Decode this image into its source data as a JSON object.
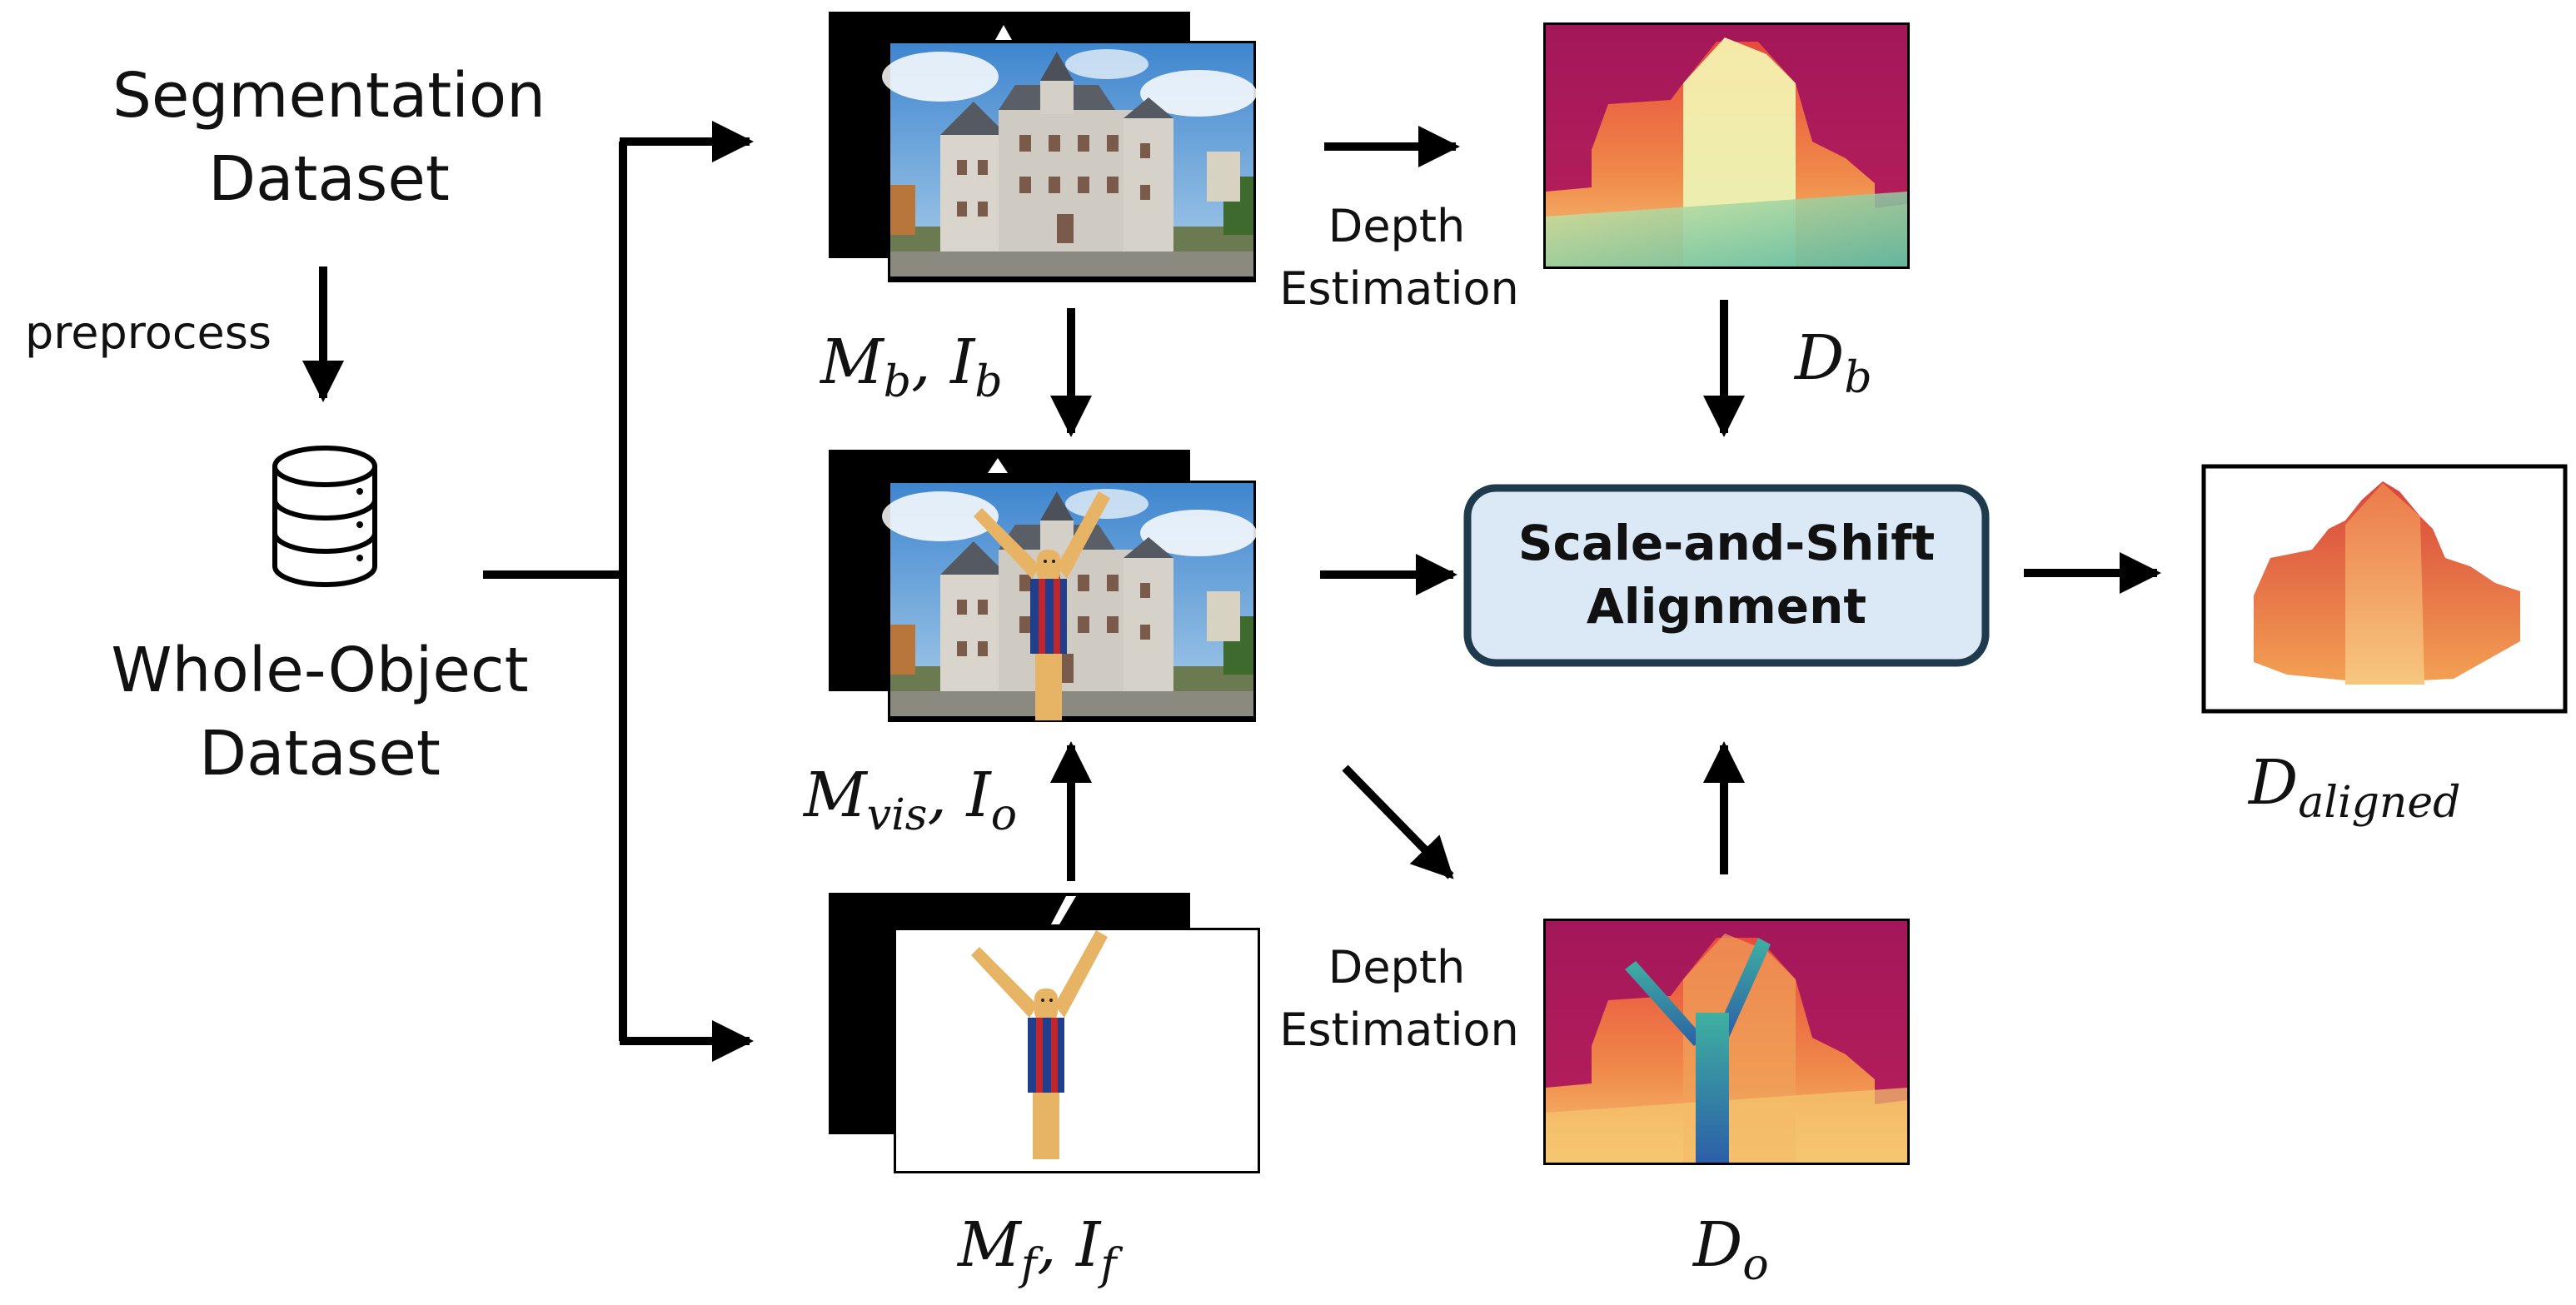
{
  "source": {
    "segmentation_dataset": [
      "Segmentation",
      "Dataset"
    ],
    "preprocess": "preprocess",
    "whole_object_dataset": [
      "Whole-Object",
      "Dataset"
    ]
  },
  "step_labels": {
    "depth_estimation_top": [
      "Depth",
      "Estimation"
    ],
    "depth_estimation_bottom": [
      "Depth",
      "Estimation"
    ]
  },
  "math_labels": {
    "background": {
      "M": "M",
      "m_sub": "b",
      "I": "I",
      "i_sub": "b"
    },
    "visible": {
      "M": "M",
      "m_sub": "vis",
      "I": "I",
      "i_sub": "o"
    },
    "foreground": {
      "M": "M",
      "m_sub": "f",
      "I": "I",
      "i_sub": "f"
    },
    "depth_background": {
      "D": "D",
      "sub": "b"
    },
    "depth_object": {
      "D": "D",
      "sub": "o"
    },
    "depth_aligned": {
      "D": "D",
      "sub": "aligned"
    }
  },
  "alignment": {
    "label": [
      "Scale-and-Shift",
      "Alignment"
    ],
    "fill": "#dbe8f5",
    "stroke": "#1e3a4c"
  },
  "colors": {
    "sky": "#4a8fd0",
    "building": "#cfcac2",
    "roof": "#5a5e66",
    "depth_far": "#a3175a",
    "depth_mid": "#e8633a",
    "depth_near": "#f4e9a6",
    "depth_object": "#3aa6a0"
  }
}
